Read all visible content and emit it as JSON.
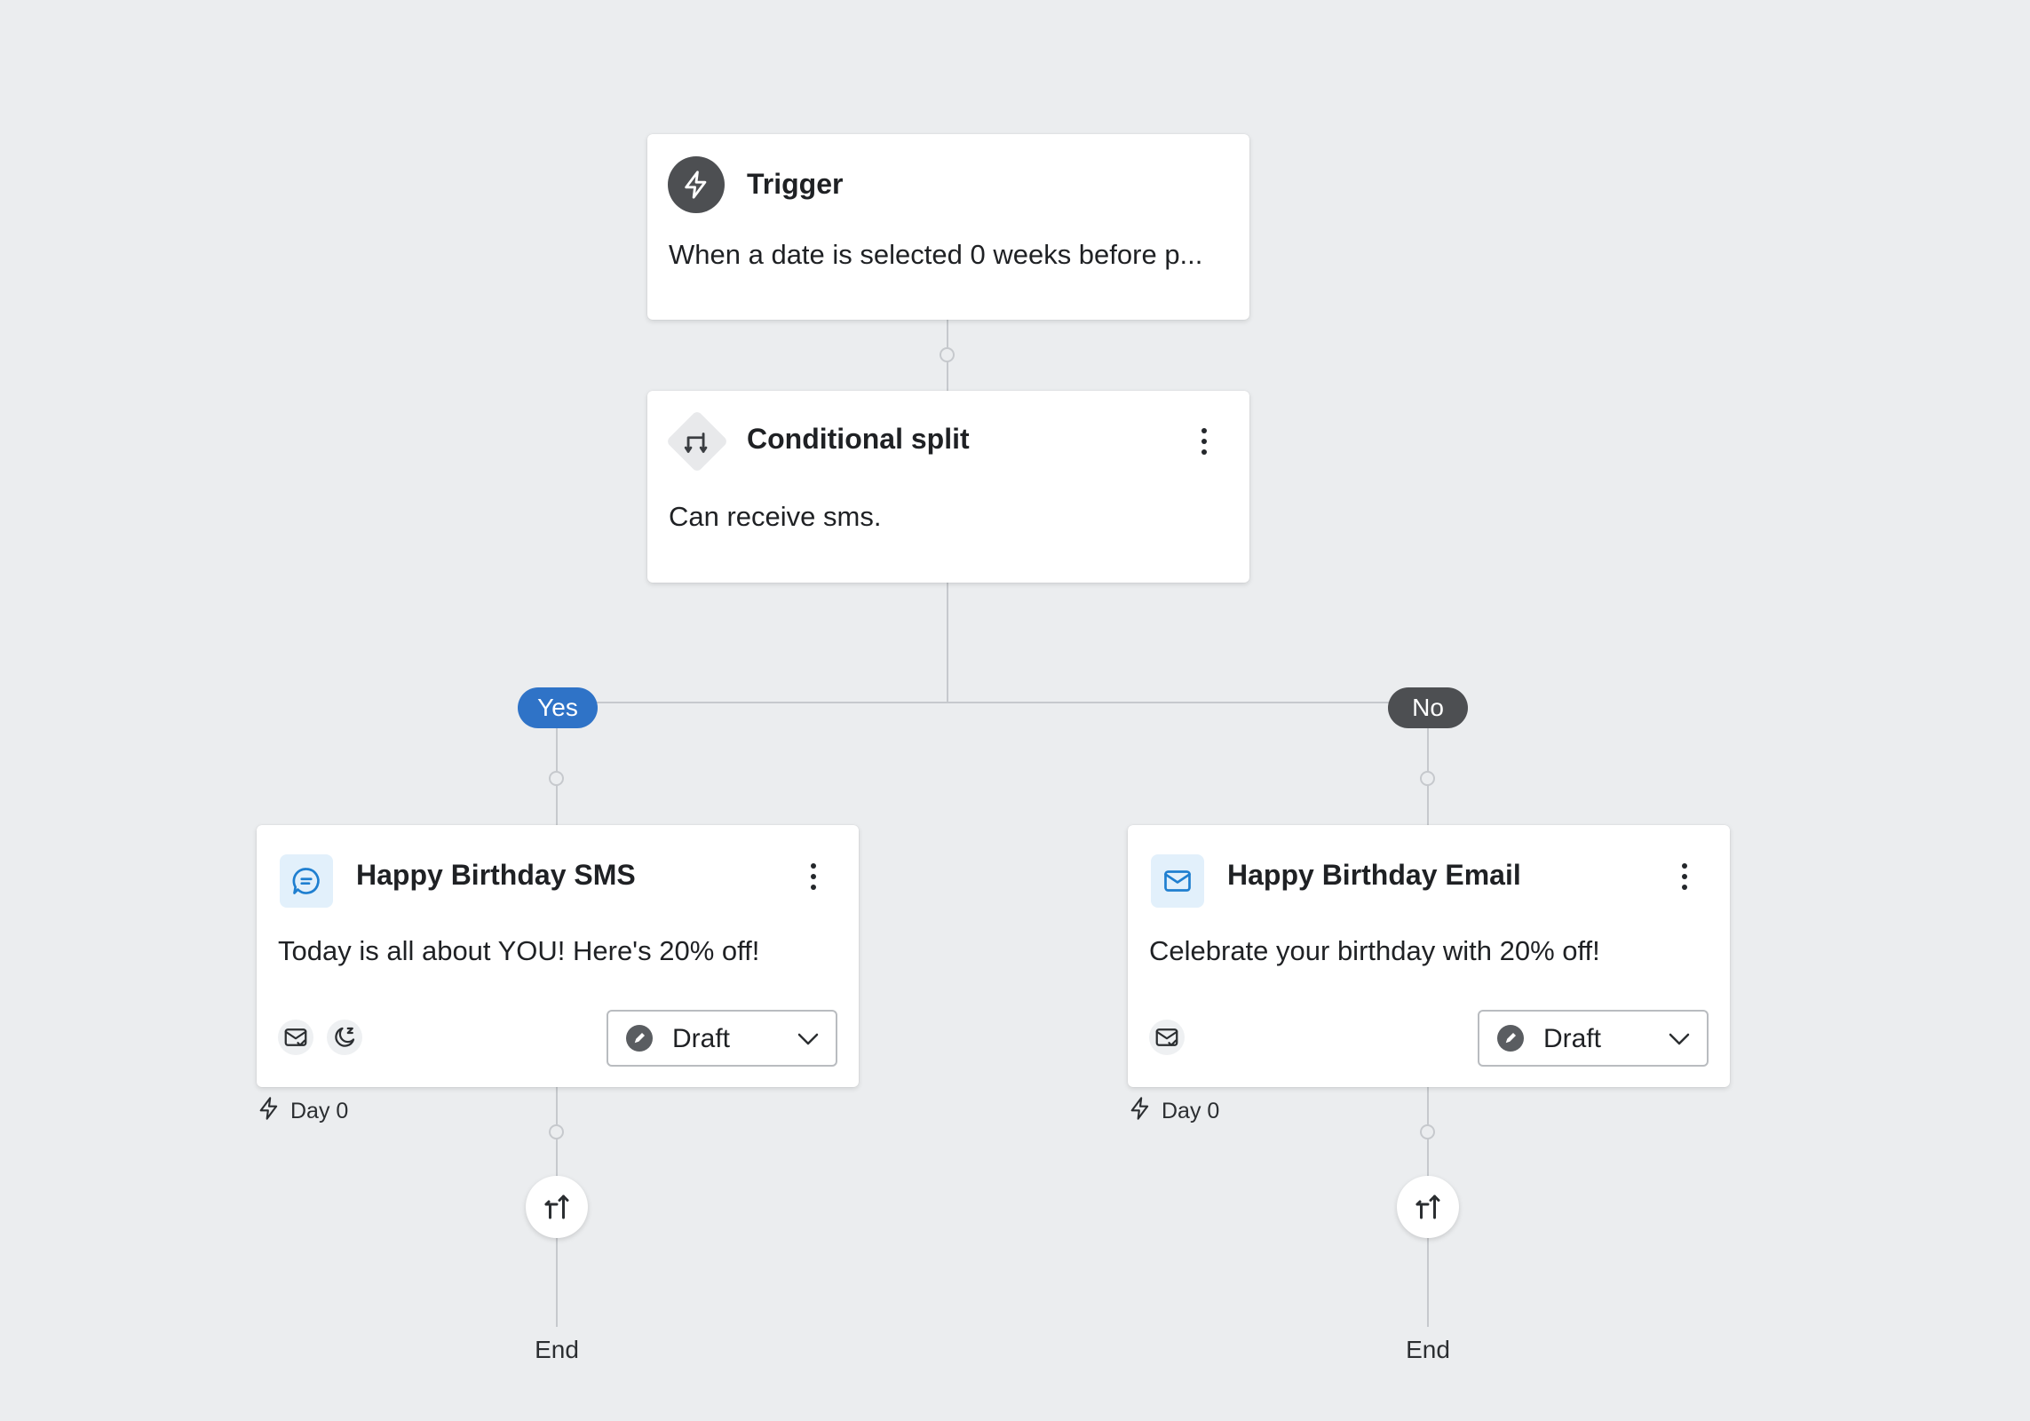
{
  "trigger": {
    "title": "Trigger",
    "description": "When a date is selected 0 weeks before p...",
    "icon": "lightning-bolt-icon"
  },
  "conditional_split": {
    "title": "Conditional split",
    "description": "Can receive sms.",
    "icon": "split-arrows-icon"
  },
  "branches": {
    "yes_label": "Yes",
    "no_label": "No",
    "yes_color": "#2f73c7",
    "no_color": "#4d4f52"
  },
  "sms_card": {
    "title": "Happy Birthday SMS",
    "message": "Today is all about YOU! Here's 20% off!",
    "status": "Draft",
    "delay": "Day 0",
    "icons": [
      "chat-bubble-icon",
      "mail-check-icon",
      "quiet-hours-moon-icon"
    ]
  },
  "email_card": {
    "title": "Happy Birthday Email",
    "message": "Celebrate your birthday with 20% off!",
    "status": "Draft",
    "delay": "Day 0",
    "icons": [
      "envelope-icon",
      "mail-check-icon"
    ]
  },
  "end_labels": {
    "left": "End",
    "right": "End"
  }
}
